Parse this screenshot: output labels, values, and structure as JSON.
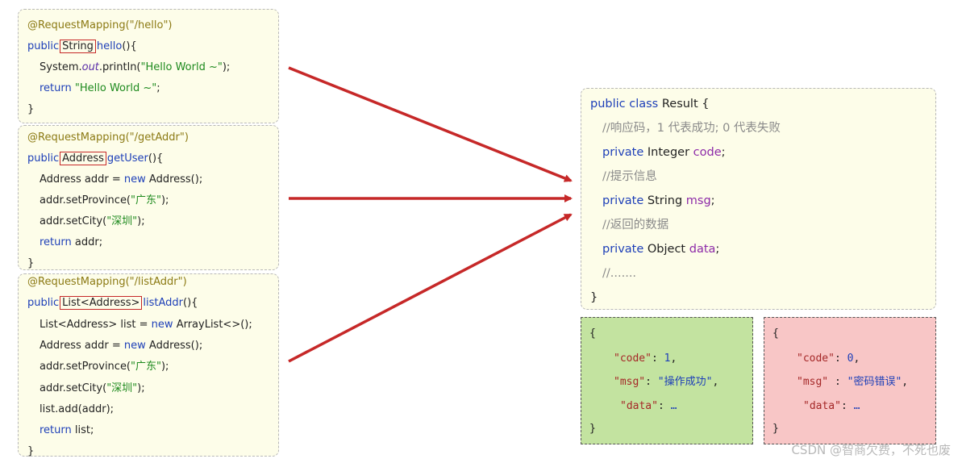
{
  "boxes": {
    "hello": {
      "lines": [
        [
          {
            "t": "@RequestMapping(\"/hello\")",
            "c": "anno"
          }
        ],
        [
          {
            "t": "public",
            "c": "kw"
          },
          {
            "t": "String",
            "c": "hl"
          },
          {
            "t": "hello",
            "c": "kw"
          },
          {
            "t": "(){",
            "c": ""
          }
        ],
        [
          {
            "t": "System.",
            "c": ""
          },
          {
            "t": "out",
            "c": "italic-field"
          },
          {
            "t": ".println(",
            "c": ""
          },
          {
            "t": "\"Hello World ~\"",
            "c": "str"
          },
          {
            "t": ");",
            "c": ""
          }
        ],
        [
          {
            "t": "return ",
            "c": "kw"
          },
          {
            "t": "\"Hello World ~\"",
            "c": "str"
          },
          {
            "t": ";",
            "c": ""
          }
        ],
        [
          {
            "t": "}",
            "c": ""
          }
        ]
      ]
    },
    "getAddr": {
      "lines": [
        [
          {
            "t": "@RequestMapping(\"/getAddr\")",
            "c": "anno"
          }
        ],
        [
          {
            "t": "public",
            "c": "kw"
          },
          {
            "t": "Address",
            "c": "hl"
          },
          {
            "t": "getUser",
            "c": "kw"
          },
          {
            "t": "(){",
            "c": ""
          }
        ],
        [
          {
            "t": "Address addr = ",
            "c": ""
          },
          {
            "t": "new ",
            "c": "kw"
          },
          {
            "t": "Address();",
            "c": ""
          }
        ],
        [
          {
            "t": "addr.setProvince(",
            "c": ""
          },
          {
            "t": "\"广东\"",
            "c": "str"
          },
          {
            "t": ");",
            "c": ""
          }
        ],
        [
          {
            "t": "addr.setCity(",
            "c": ""
          },
          {
            "t": "\"深圳\"",
            "c": "str"
          },
          {
            "t": ");",
            "c": ""
          }
        ],
        [
          {
            "t": "return ",
            "c": "kw"
          },
          {
            "t": "addr;",
            "c": ""
          }
        ],
        [
          {
            "t": "}",
            "c": ""
          }
        ]
      ]
    },
    "listAddr": {
      "lines": [
        [
          {
            "t": "@RequestMapping(\"/listAddr\")",
            "c": "anno"
          }
        ],
        [
          {
            "t": "public",
            "c": "kw"
          },
          {
            "t": "List<Address>",
            "c": "hl"
          },
          {
            "t": "listAddr",
            "c": "kw"
          },
          {
            "t": "(){",
            "c": ""
          }
        ],
        [
          {
            "t": "List<Address> list = ",
            "c": ""
          },
          {
            "t": "new ",
            "c": "kw"
          },
          {
            "t": "ArrayList<>();",
            "c": ""
          }
        ],
        [
          {
            "t": "Address addr = ",
            "c": ""
          },
          {
            "t": "new ",
            "c": "kw"
          },
          {
            "t": "Address();",
            "c": ""
          }
        ],
        [
          {
            "t": "addr.setProvince(",
            "c": ""
          },
          {
            "t": "\"广东\"",
            "c": "str"
          },
          {
            "t": ");",
            "c": ""
          }
        ],
        [
          {
            "t": "addr.setCity(",
            "c": ""
          },
          {
            "t": "\"深圳\"",
            "c": "str"
          },
          {
            "t": ");",
            "c": ""
          }
        ],
        [
          {
            "t": "list.add(addr);",
            "c": ""
          }
        ],
        [
          {
            "t": "return ",
            "c": "kw"
          },
          {
            "t": "list;",
            "c": ""
          }
        ],
        [
          {
            "t": "}",
            "c": ""
          }
        ]
      ]
    },
    "result": {
      "lines": [
        [
          {
            "t": "public class ",
            "c": "kw"
          },
          {
            "t": "Result {",
            "c": ""
          }
        ],
        [
          {
            "t": "//响应码，1 代表成功; 0 代表失败",
            "c": "cmt"
          }
        ],
        [
          {
            "t": "private ",
            "c": "kw"
          },
          {
            "t": "Integer ",
            "c": ""
          },
          {
            "t": "code",
            "c": "fld"
          },
          {
            "t": ";",
            "c": ""
          }
        ],
        [
          {
            "t": "//提示信息",
            "c": "cmt"
          }
        ],
        [
          {
            "t": "private ",
            "c": "kw"
          },
          {
            "t": "String ",
            "c": ""
          },
          {
            "t": "msg",
            "c": "fld"
          },
          {
            "t": ";",
            "c": ""
          }
        ],
        [
          {
            "t": "//返回的数据",
            "c": "cmt"
          }
        ],
        [
          {
            "t": "private ",
            "c": "kw"
          },
          {
            "t": "Object ",
            "c": ""
          },
          {
            "t": "data",
            "c": "fld"
          },
          {
            "t": ";",
            "c": ""
          }
        ],
        [
          {
            "t": "//.......",
            "c": "cmt"
          }
        ],
        [
          {
            "t": "}",
            "c": ""
          }
        ]
      ]
    }
  },
  "json_success": {
    "lines": [
      [
        {
          "t": "{",
          "c": ""
        }
      ],
      [
        {
          "t": "\"code\"",
          "c": "jkey"
        },
        {
          "t": ": ",
          "c": ""
        },
        {
          "t": "1",
          "c": "jnum"
        },
        {
          "t": ",",
          "c": ""
        }
      ],
      [
        {
          "t": "\"msg\"",
          "c": "jkey"
        },
        {
          "t": ": ",
          "c": ""
        },
        {
          "t": "\"操作成功\"",
          "c": "jstr"
        },
        {
          "t": ",",
          "c": ""
        }
      ],
      [
        {
          "t": "\"data\"",
          "c": "jkey"
        },
        {
          "t": ": ",
          "c": ""
        },
        {
          "t": "…",
          "c": "jstr"
        }
      ],
      [
        {
          "t": "}",
          "c": ""
        }
      ]
    ]
  },
  "json_error": {
    "lines": [
      [
        {
          "t": "{",
          "c": ""
        }
      ],
      [
        {
          "t": "\"code\"",
          "c": "jkey"
        },
        {
          "t": ": ",
          "c": ""
        },
        {
          "t": "0",
          "c": "jnum"
        },
        {
          "t": ",",
          "c": ""
        }
      ],
      [
        {
          "t": "\"msg\"",
          "c": "jkey"
        },
        {
          "t": " : ",
          "c": ""
        },
        {
          "t": "\"密码错误\"",
          "c": "jstr"
        },
        {
          "t": ",",
          "c": ""
        }
      ],
      [
        {
          "t": "\"data\"",
          "c": "jkey"
        },
        {
          "t": ": ",
          "c": ""
        },
        {
          "t": "…",
          "c": "jstr"
        }
      ],
      [
        {
          "t": "}",
          "c": ""
        }
      ]
    ]
  },
  "colors": {
    "arrow": "#c62828",
    "success_bg": "#c3e3a0",
    "error_bg": "#f8c6c6",
    "code_bg": "#fdfde9"
  },
  "watermark": "CSDN @智商欠费，不死也废"
}
